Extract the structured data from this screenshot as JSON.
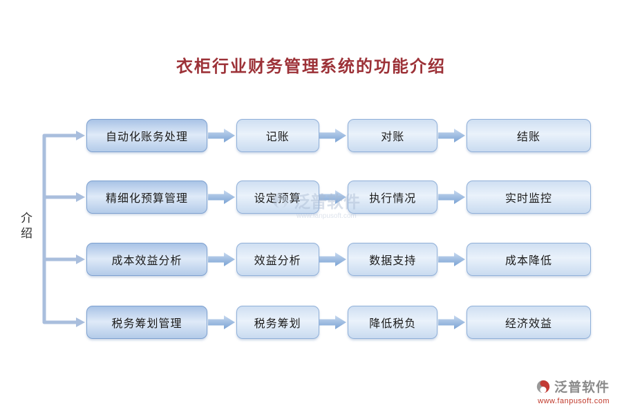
{
  "title": "衣柜行业财务管理系统的功能介绍",
  "side_label": "介绍",
  "rows": [
    {
      "category": "自动化账务处理",
      "steps": [
        "记账",
        "对账",
        "结账"
      ]
    },
    {
      "category": "精细化预算管理",
      "steps": [
        "设定预算",
        "执行情况",
        "实时监控"
      ]
    },
    {
      "category": "成本效益分析",
      "steps": [
        "效益分析",
        "数据支持",
        "成本降低"
      ]
    },
    {
      "category": "税务筹划管理",
      "steps": [
        "税务筹划",
        "降低税负",
        "经济效益"
      ]
    }
  ],
  "watermark": {
    "brand": "泛普软件",
    "url": "www.fanpusoft.com"
  },
  "footer": {
    "brand": "泛普软件",
    "url": "www.fanpusoft.com"
  },
  "colors": {
    "title_text": "#9c3137",
    "box_border": "#8fafd8",
    "box_fill_light": "#eaf2fb",
    "box_fill_main": "#a9c3e6",
    "arrow_blue": "#7ba3d4",
    "footer_url_red": "#c0392b"
  }
}
